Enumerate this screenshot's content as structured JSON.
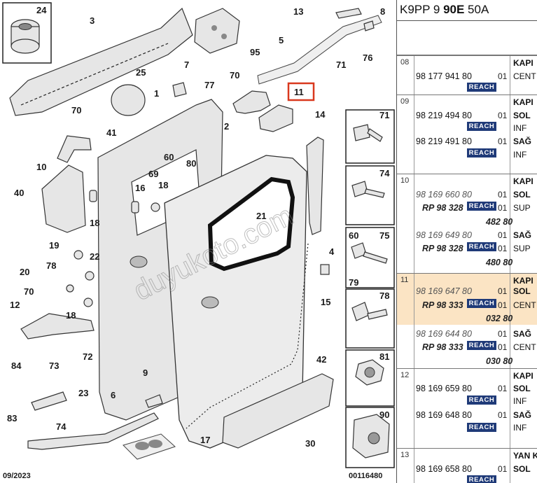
{
  "diagram": {
    "date": "09/2023",
    "code": "00116480",
    "watermark": "duyukoto.com",
    "callouts": [
      "24",
      "3",
      "13",
      "8",
      "95",
      "5",
      "76",
      "71",
      "25",
      "7",
      "70",
      "77",
      "11",
      "1",
      "14",
      "70",
      "41",
      "2",
      "10",
      "60",
      "80",
      "69",
      "40",
      "16",
      "18",
      "18",
      "21",
      "19",
      "22",
      "4",
      "78",
      "20",
      "15",
      "70",
      "12",
      "18",
      "72",
      "42",
      "84",
      "73",
      "9",
      "23",
      "6",
      "83",
      "74",
      "17",
      "30"
    ],
    "highlight_ref": "11",
    "fastener_refs": [
      "71",
      "74",
      "60",
      "75",
      "79",
      "78",
      "81",
      "90"
    ]
  },
  "panel": {
    "header": {
      "prefix": "K9PP 9 ",
      "bold": "90E",
      "suffix": " 50A"
    },
    "groups": [
      {
        "idx": "08",
        "items": [
          {
            "pn": "98 177 941 80",
            "qty": "01",
            "reach": "REACH",
            "desc1": "KAPI",
            "desc2": "CENT"
          }
        ]
      },
      {
        "idx": "09",
        "items": [
          {
            "pn": "98 219 494 80",
            "qty": "01",
            "reach": "REACH",
            "desc1": "KAPI",
            "desc2": "SOL",
            "desc3": "INF"
          },
          {
            "pn": "98 219 491 80",
            "qty": "01",
            "reach": "REACH",
            "desc2": "SAĞ",
            "desc3": "INF"
          }
        ]
      },
      {
        "idx": "10",
        "items": [
          {
            "pn": "98 169 660 80",
            "rp": "RP 98 328",
            "rp2": "482 80",
            "qty": "01",
            "qty2": "01",
            "reach": "REACH",
            "desc1": "KAPI",
            "desc2": "SOL",
            "desc3": "SUP"
          },
          {
            "pn": "98 169 649 80",
            "rp": "RP 98 328",
            "rp2": "480 80",
            "qty": "01",
            "qty2": "01",
            "reach": "REACH",
            "desc2": "SAĞ",
            "desc3": "SUP"
          }
        ]
      },
      {
        "idx": "11",
        "items": [
          {
            "pn": "98 169 647 80",
            "rp": "RP 98 333",
            "rp2": "032 80",
            "qty": "01",
            "qty2": "01",
            "reach": "REACH",
            "desc1": "KAPI",
            "desc2": "SOL",
            "desc3": "CENT"
          },
          {
            "pn": "98 169 644 80",
            "rp": "RP 98 333",
            "rp2": "030 80",
            "qty": "01",
            "qty2": "01",
            "reach": "REACH",
            "desc2": "SAĞ",
            "desc3": "CENT"
          }
        ]
      },
      {
        "idx": "12",
        "items": [
          {
            "pn": "98 169 659 80",
            "qty": "01",
            "reach": "REACH",
            "desc1": "KAPI",
            "desc2": "SOL",
            "desc3": "INF"
          },
          {
            "pn": "98 169 648 80",
            "qty": "01",
            "reach": "REACH",
            "desc2": "SAĞ",
            "desc3": "INF"
          }
        ]
      },
      {
        "idx": "13",
        "items": [
          {
            "pn": "98 169 658 80",
            "qty": "01",
            "reach": "REACH",
            "desc1": "YAN K",
            "desc2": "SOL"
          }
        ]
      }
    ]
  }
}
